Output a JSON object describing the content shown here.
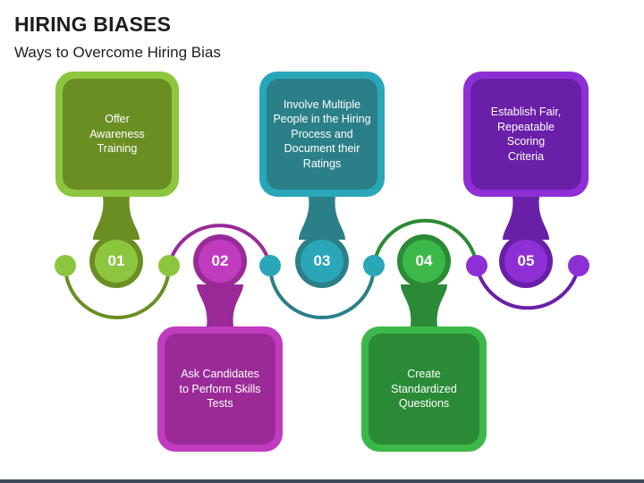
{
  "header": {
    "title": "HIRING BIASES",
    "subtitle": "Ways to Overcome Hiring Bias"
  },
  "steps": [
    {
      "number": "01",
      "text": "Offer Awareness Training",
      "color": "#8cc63f",
      "dark": "#6b8e23",
      "outer": "#8cc63f",
      "position": "top"
    },
    {
      "number": "02",
      "text": "Ask Candidates to Perform Skills Tests",
      "color": "#c13bbe",
      "dark": "#9a2a98",
      "outer": "#c13bbe",
      "position": "bottom"
    },
    {
      "number": "03",
      "text": "Involve Multiple People in the Hiring Process and Document their Ratings",
      "color": "#2aa6b9",
      "dark": "#2b7f88",
      "outer": "#2aa6b9",
      "position": "top"
    },
    {
      "number": "04",
      "text": "Create Standardized Questions",
      "color": "#3cb84a",
      "dark": "#2a8a35",
      "outer": "#3cb84a",
      "position": "bottom"
    },
    {
      "number": "05",
      "text": "Establish Fair, Repeatable Scoring Criteria",
      "color": "#8e2fd6",
      "dark": "#6a1fa8",
      "outer": "#8e2fd6",
      "position": "top"
    }
  ]
}
